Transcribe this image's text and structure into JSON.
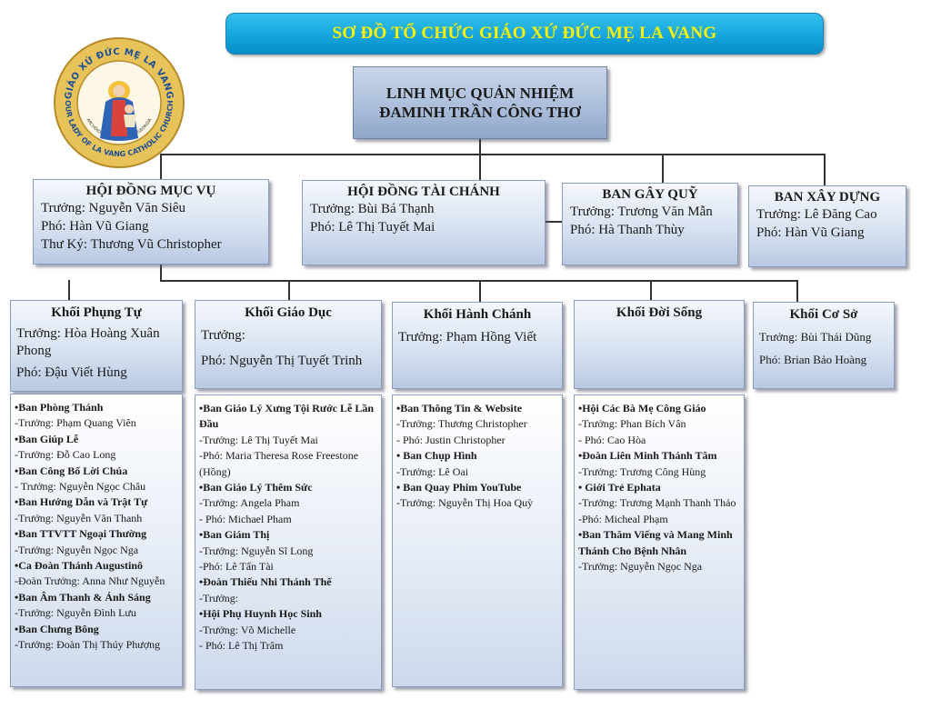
{
  "title": "SƠ ĐỒ TỔ CHỨC GIÁO XỨ ĐỨC MẸ LA VANG",
  "logo": {
    "ring_top_text": "GIÁO XỨ ĐỨC MẸ LA VANG",
    "ring_bottom_text": "OUR LADY OF LA VANG CATHOLIC CHURCH",
    "inner_text": "ARCHDIOCESE OF ATLANTA, GEORGIA"
  },
  "priest": {
    "line1": "LINH MỤC QUẢN NHIỆM",
    "line2": "ĐAMINH TRẦN CÔNG THƠ"
  },
  "councils": [
    {
      "name": "HỘI ĐỒNG MỤC VỤ",
      "rows": [
        "Trưởng: Nguyễn Văn Siêu",
        "Phó: Hàn Vũ Giang",
        "Thư Ký: Thương Vũ Christopher"
      ]
    },
    {
      "name": "HỘI ĐỒNG TÀI CHÁNH",
      "rows": [
        "Trưởng: Bùi Bá Thạnh",
        "Phó: Lê Thị Tuyết Mai"
      ]
    },
    {
      "name": "BAN GÂY QUỸ",
      "rows": [
        "Trưởng: Trương Văn Mẫn",
        "Phó: Hà Thanh Thùy"
      ]
    },
    {
      "name": "BAN  XÂY DỰNG",
      "rows": [
        "Trưởng: Lê Đăng Cao",
        "Phó: Hàn Vũ Giang"
      ]
    }
  ],
  "blocks": [
    {
      "name": "Khối Phụng Tự",
      "rows": [
        "Trưởng: Hòa Hoàng Xuân Phong",
        "Phó: Đậu Viết Hùng"
      ]
    },
    {
      "name": "Khối Giáo Dục",
      "rows": [
        "Trưởng:",
        "Phó: Nguyễn Thị Tuyết Trinh"
      ]
    },
    {
      "name": "Khối Hành Chánh",
      "rows": [
        "Trưởng: Phạm Hồng Viết"
      ]
    },
    {
      "name": "Khối Đời Sống",
      "rows": []
    },
    {
      "name": "Khối Cơ Sở",
      "rows": [
        "Trưởng: Bùi Thái Dũng",
        "Phó: Brian Bảo Hoàng"
      ]
    }
  ],
  "lists": [
    [
      {
        "t": "•Ban Phòng Thánh",
        "b": true
      },
      {
        "t": "-Trưởng: Phạm Quang Viên",
        "b": false
      },
      {
        "t": "•Ban Giúp Lễ",
        "b": true
      },
      {
        "t": "-Trưởng: Đỗ Cao Long",
        "b": false
      },
      {
        "t": "•Ban Công Bố Lời Chúa",
        "b": true
      },
      {
        "t": "- Trưởng: Nguyễn Ngọc Châu",
        "b": false
      },
      {
        "t": "•Ban Hướng Dẫn và Trật Tự",
        "b": true
      },
      {
        "t": "-Trưởng: Nguyễn Văn Thanh",
        "b": false
      },
      {
        "t": "•Ban TTVTT Ngoại Thường",
        "b": true
      },
      {
        "t": "-Trưởng:  Nguyễn Ngọc Nga",
        "b": false
      },
      {
        "t": "•Ca Đoàn Thánh Augustinô",
        "b": true
      },
      {
        "t": "-Đoàn Trưởng: Anna Như Nguyễn",
        "b": false
      },
      {
        "t": "•Ban Âm Thanh & Ánh Sáng",
        "b": true
      },
      {
        "t": "-Trưởng: Nguyễn Đình Lưu",
        "b": false
      },
      {
        "t": "•Ban Chưng Bông",
        "b": true
      },
      {
        "t": "-Trưởng: Đoàn Thị Thúy Phượng",
        "b": false
      }
    ],
    [
      {
        "t": "•Ban Giáo Lý Xưng Tội Rước Lễ Lần Đầu",
        "b": true
      },
      {
        "t": "-Trưởng: Lê Thị Tuyết Mai",
        "b": false
      },
      {
        "t": "-Phó: Maria Theresa Rose Freestone (Hồng)",
        "b": false
      },
      {
        "t": "•Ban Giáo Lý Thêm Sức",
        "b": true
      },
      {
        "t": "-Trưởng: Angela Pham",
        "b": false
      },
      {
        "t": "- Phó: Michael Pham",
        "b": false
      },
      {
        "t": "•Ban Giám Thị",
        "b": true
      },
      {
        "t": "-Trưởng: Nguyễn Sĩ Long",
        "b": false
      },
      {
        "t": "-Phó: Lê Tấn Tài",
        "b": false
      },
      {
        "t": "•Đoàn Thiếu Nhi Thánh Thể",
        "b": true
      },
      {
        "t": "-Trưởng:",
        "b": false
      },
      {
        "t": "•Hội Phụ Huynh Học Sinh",
        "b": true
      },
      {
        "t": "-Trưởng: Võ Michelle",
        "b": false
      },
      {
        "t": "- Phó: Lê Thị Trâm",
        "b": false
      }
    ],
    [
      {
        "t": "•Ban Thông Tin & Website",
        "b": true
      },
      {
        "t": "-Trưởng: Thương Christopher",
        "b": false
      },
      {
        "t": "- Phó: Justin Christopher",
        "b": false
      },
      {
        "t": "• Ban Chụp Hình",
        "b": true
      },
      {
        "t": "-Trưởng: Lê Oai",
        "b": false
      },
      {
        "t": "•  Ban  Quay Phim YouTube",
        "b": true
      },
      {
        "t": "-Trưởng: Nguyễn Thị Hoa Quỳ",
        "b": false
      }
    ],
    [
      {
        "t": "•Hội Các Bà Mẹ Công Giáo",
        "b": true
      },
      {
        "t": "-Trưởng: Phan Bích Vân",
        "b": false
      },
      {
        "t": "- Phó: Cao Hòa",
        "b": false
      },
      {
        "t": "•Đoàn Liên Minh Thánh Tâm",
        "b": true
      },
      {
        "t": "-Trưởng: Trương Công Hùng",
        "b": false
      },
      {
        "t": "• Giới Trẻ Ephata",
        "b": true
      },
      {
        "t": "-Trưởng: Trương Mạnh Thanh Thảo",
        "b": false
      },
      {
        "t": "-Phó: Micheal Phạm",
        "b": false
      },
      {
        "t": "•Ban Thăm Viếng và Mang Minh Thánh Cho Bệnh Nhân",
        "b": true
      },
      {
        "t": "-Trưởng: Nguyễn Ngọc Nga",
        "b": false
      }
    ]
  ],
  "colors": {
    "banner": "#13a3dc",
    "banner_text": "#fff200",
    "box": "#c9d6ea"
  }
}
